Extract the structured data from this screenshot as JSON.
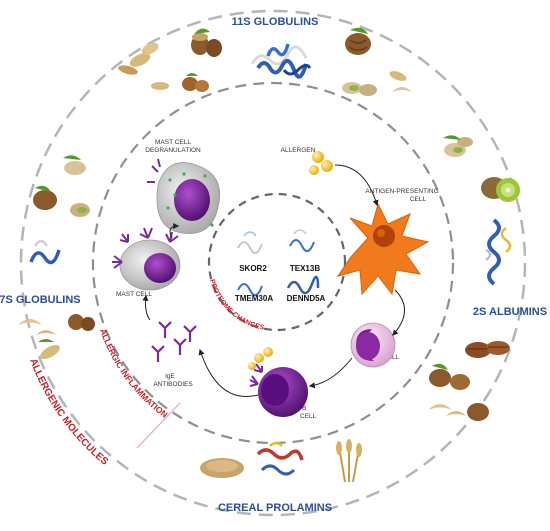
{
  "ring_labels": {
    "top": "11S GLOBULINS",
    "left": "7S GLOBULINS",
    "right": "2S ALBUMINS",
    "bottom": "CEREAL PROLAMINS"
  },
  "arc_labels": {
    "outer": "ALLERGENIC MOLECULES",
    "middle": "ALLERGIC INFLAMMATION",
    "inner": "PROTEOME CHANGES"
  },
  "cycle": {
    "mast_cell_degranulation": [
      "MAST CELL",
      "DEGRANULATION"
    ],
    "allergen": "ALLERGEN",
    "antigen_presenting_cell": [
      "ANTIGEN-PRESENTING",
      "CELL"
    ],
    "th_cell": [
      "T",
      "H",
      "CELL"
    ],
    "b_cell": [
      "B",
      "CELL"
    ],
    "ige_antibodies": [
      "IgE",
      "ANTIBODIES"
    ],
    "mast_cell": "MAST CELL"
  },
  "proteins": {
    "top_left": "SKOR2",
    "top_right": "TEX13B",
    "bottom_left": "TMEM30A",
    "bottom_right": "DENND5A"
  },
  "colors": {
    "ring_title": "#2a4f97",
    "red_text": "#c8202a",
    "dashed_circle": "#b0b0b0",
    "apc_orange": "#f07a1c",
    "cell_purple": "#6a1b8a",
    "allergen_yellow": "#f5c21b"
  },
  "icons": [
    "hazelnut-icon",
    "peanut-icon",
    "walnut-icon",
    "pistachio-icon",
    "kiwi-icon",
    "pecan-icon",
    "cashew-icon",
    "wheat-icon",
    "protein-structure-icon"
  ]
}
